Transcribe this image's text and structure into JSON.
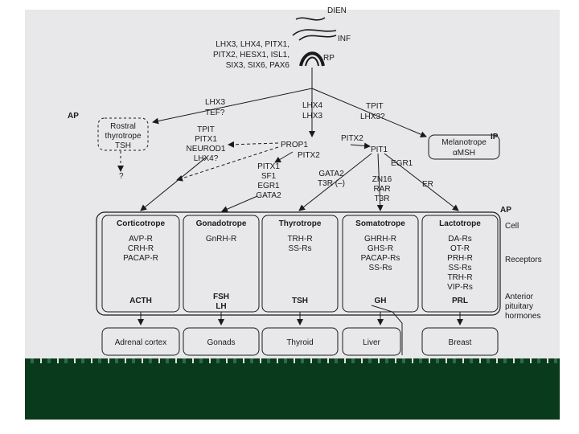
{
  "top": {
    "dien": "DIEN",
    "inf": "INF",
    "rp": "RP",
    "genes": [
      "LHX3, LHX4, PITX1,",
      "PITX2, HESX1, ISL1,",
      "SIX3, SIX6, PAX6"
    ]
  },
  "branches": {
    "left_factors": [
      "LHX3",
      "TEF?"
    ],
    "mid_factors": [
      "LHX4",
      "LHX3"
    ],
    "right_factors": [
      "TPIT",
      "LHX3?"
    ],
    "ap_label": "AP",
    "rostral": [
      "Rostral",
      "thyrotrope",
      "TSH"
    ],
    "rostral_fate": "?",
    "ip_label": "IP",
    "melanotrope": [
      "Melanotrope",
      "αMSH"
    ],
    "prop1": "PROP1",
    "pit1": "PIT1",
    "pitx2_upper": "PITX2",
    "pitx2_lower": "PITX2",
    "cortico_factors": [
      "TPIT",
      "PITX1",
      "NEUROD1",
      "LHX4?"
    ],
    "gonado_factors": [
      "PITX1",
      "SF1",
      "EGR1",
      "GATA2"
    ],
    "thyro_factors": [
      "GATA2",
      "T3R (–)"
    ],
    "egr1": "EGR1",
    "somato_factors": [
      "ZN16",
      "RAR",
      "T3R"
    ],
    "er": "ER"
  },
  "ap_box_label": "AP",
  "cells": [
    {
      "name": "Corticotrope",
      "receptors": [
        "AVP-R",
        "CRH-R",
        "PACAP-R"
      ],
      "hormone": [
        "ACTH"
      ],
      "target": "Adrenal cortex"
    },
    {
      "name": "Gonadotrope",
      "receptors": [
        "GnRH-R"
      ],
      "hormone": [
        "FSH",
        "LH"
      ],
      "target": "Gonads"
    },
    {
      "name": "Thyrotrope",
      "receptors": [
        "TRH-R",
        "SS-Rs"
      ],
      "hormone": [
        "TSH"
      ],
      "target": "Thyroid"
    },
    {
      "name": "Somatotrope",
      "receptors": [
        "GHRH-R",
        "GHS-R",
        "PACAP-Rs",
        "SS-Rs"
      ],
      "hormone": [
        "GH"
      ],
      "target": "Liver"
    },
    {
      "name": "Lactotrope",
      "receptors": [
        "DA-Rs",
        "OT-R",
        "PRH-R",
        "SS-Rs",
        "TRH-R",
        "VIP-Rs"
      ],
      "hormone": [
        "PRL"
      ],
      "target": "Breast"
    }
  ],
  "side_labels": {
    "cell": "Cell",
    "receptors": "Receptors",
    "hormones": [
      "Anterior",
      "pituitary",
      "hormones"
    ]
  }
}
